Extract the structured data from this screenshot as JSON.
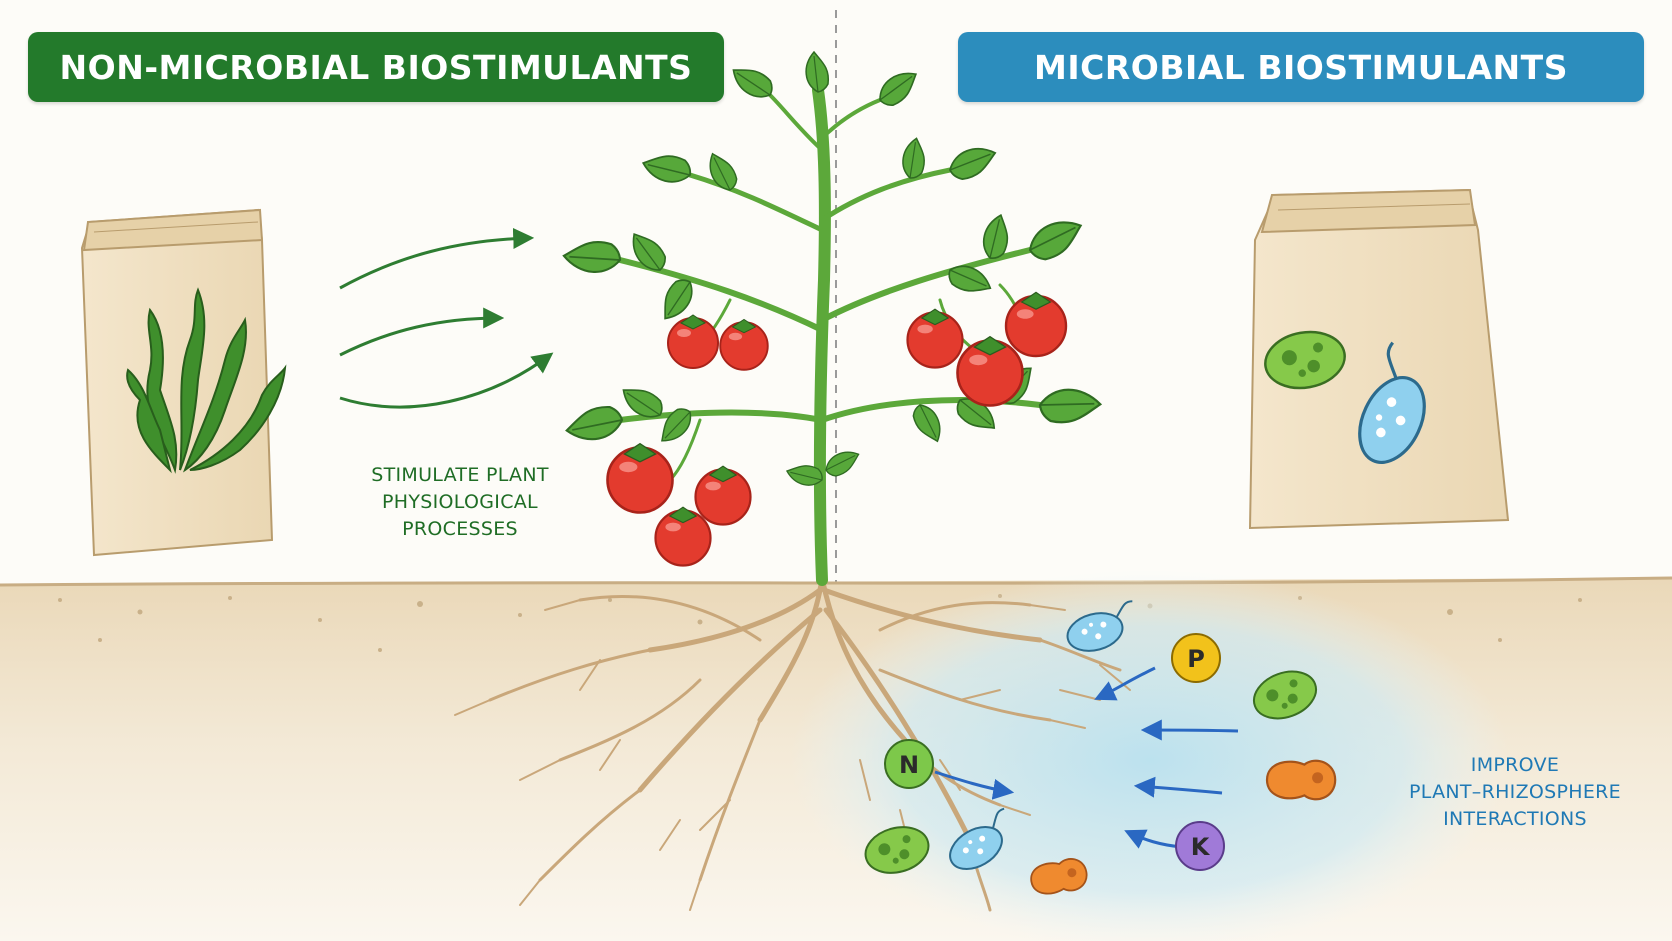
{
  "banners": {
    "left": "NON-MICROBIAL BIOSTIMULANTS",
    "right": "MICROBIAL BIOSTIMULANTS"
  },
  "captions": {
    "left": [
      "STIMULATE PLANT",
      "PHYSIOLOGICAL",
      "PROCESSES"
    ],
    "right": [
      "IMPROVE",
      "PLANT–RHIZOSPHERE",
      "INTERACTIONS"
    ]
  },
  "nutrients": {
    "p": "P",
    "n": "N",
    "k": "K"
  },
  "colors": {
    "left_banner": "#237a2b",
    "right_banner": "#2c8dbd",
    "soil": "#efe2c8",
    "rhizosphere": "#cfe9f2",
    "stem": "#5ca83a",
    "leaf": "#57a83a",
    "tomato": "#e33b2e",
    "root": "#c9a77a",
    "arrow_green": "#2e7d32",
    "arrow_blue": "#2a68c2",
    "badge_p": "#f2c21b",
    "badge_n": "#7dc84a",
    "badge_k": "#a07ad8"
  },
  "icons": [
    "seaweed-icon",
    "bacterium-icon",
    "protozoan-icon",
    "tomato-plant",
    "roots"
  ]
}
